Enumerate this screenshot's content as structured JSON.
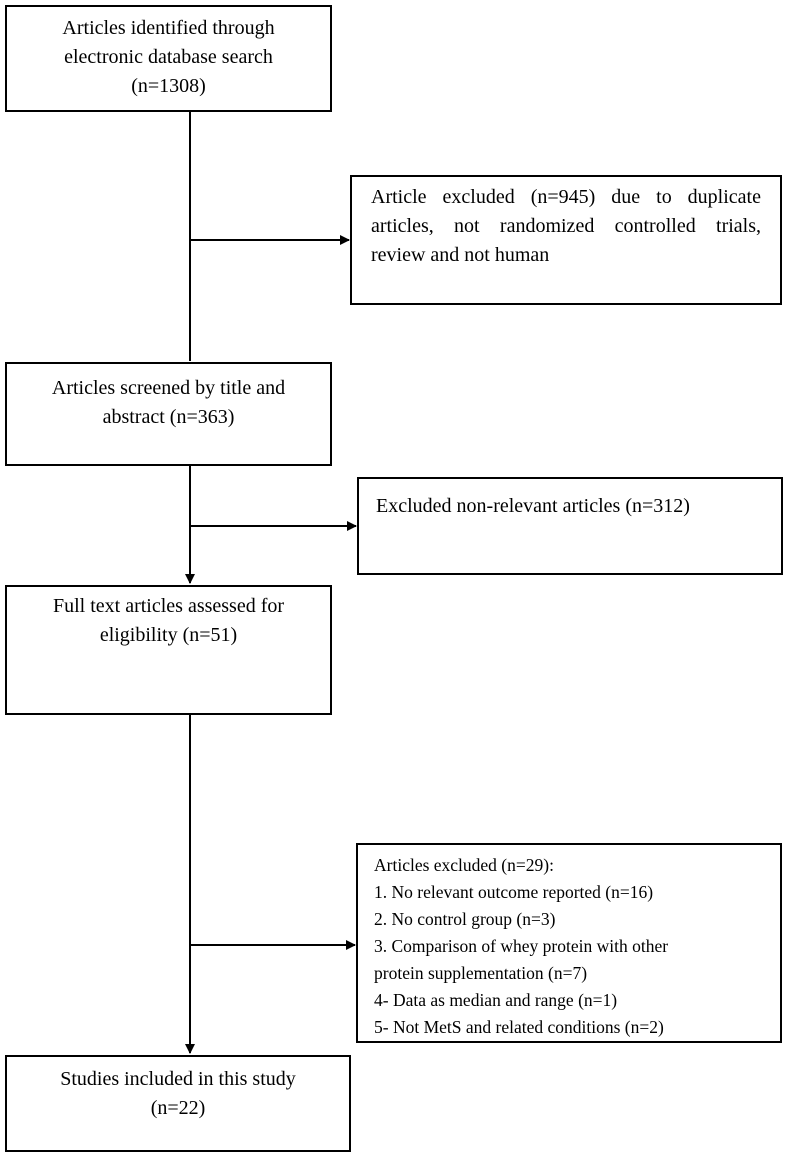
{
  "boxes": {
    "identified": {
      "lines": [
        "Articles identified through",
        "electronic database search",
        "(n=1308)"
      ]
    },
    "excluded_duplicates": {
      "lines": [
        "Article excluded (n=945) due to duplicate",
        "articles, not randomized controlled trials,",
        "review and not human"
      ]
    },
    "screened": {
      "lines": [
        "Articles screened by title and",
        "abstract (n=363)"
      ]
    },
    "excluded_nonrelevant": {
      "lines": [
        "Excluded non-relevant articles (n=312)"
      ]
    },
    "full_text": {
      "lines": [
        "Full text articles assessed for",
        "eligibility (n=51)"
      ]
    },
    "excluded_full_text": {
      "lines": [
        "Articles excluded (n=29):",
        "1. No relevant outcome reported (n=16)",
        "2. No control group (n=3)",
        "3. Comparison of whey protein with other",
        "protein supplementation (n=7)",
        "4- Data as median and range (n=1)",
        "5- Not MetS and related conditions (n=2)"
      ]
    },
    "included": {
      "lines": [
        "Studies included in this study",
        "(n=22)"
      ]
    }
  },
  "colors": {
    "stroke": "#000000",
    "background": "#ffffff"
  }
}
